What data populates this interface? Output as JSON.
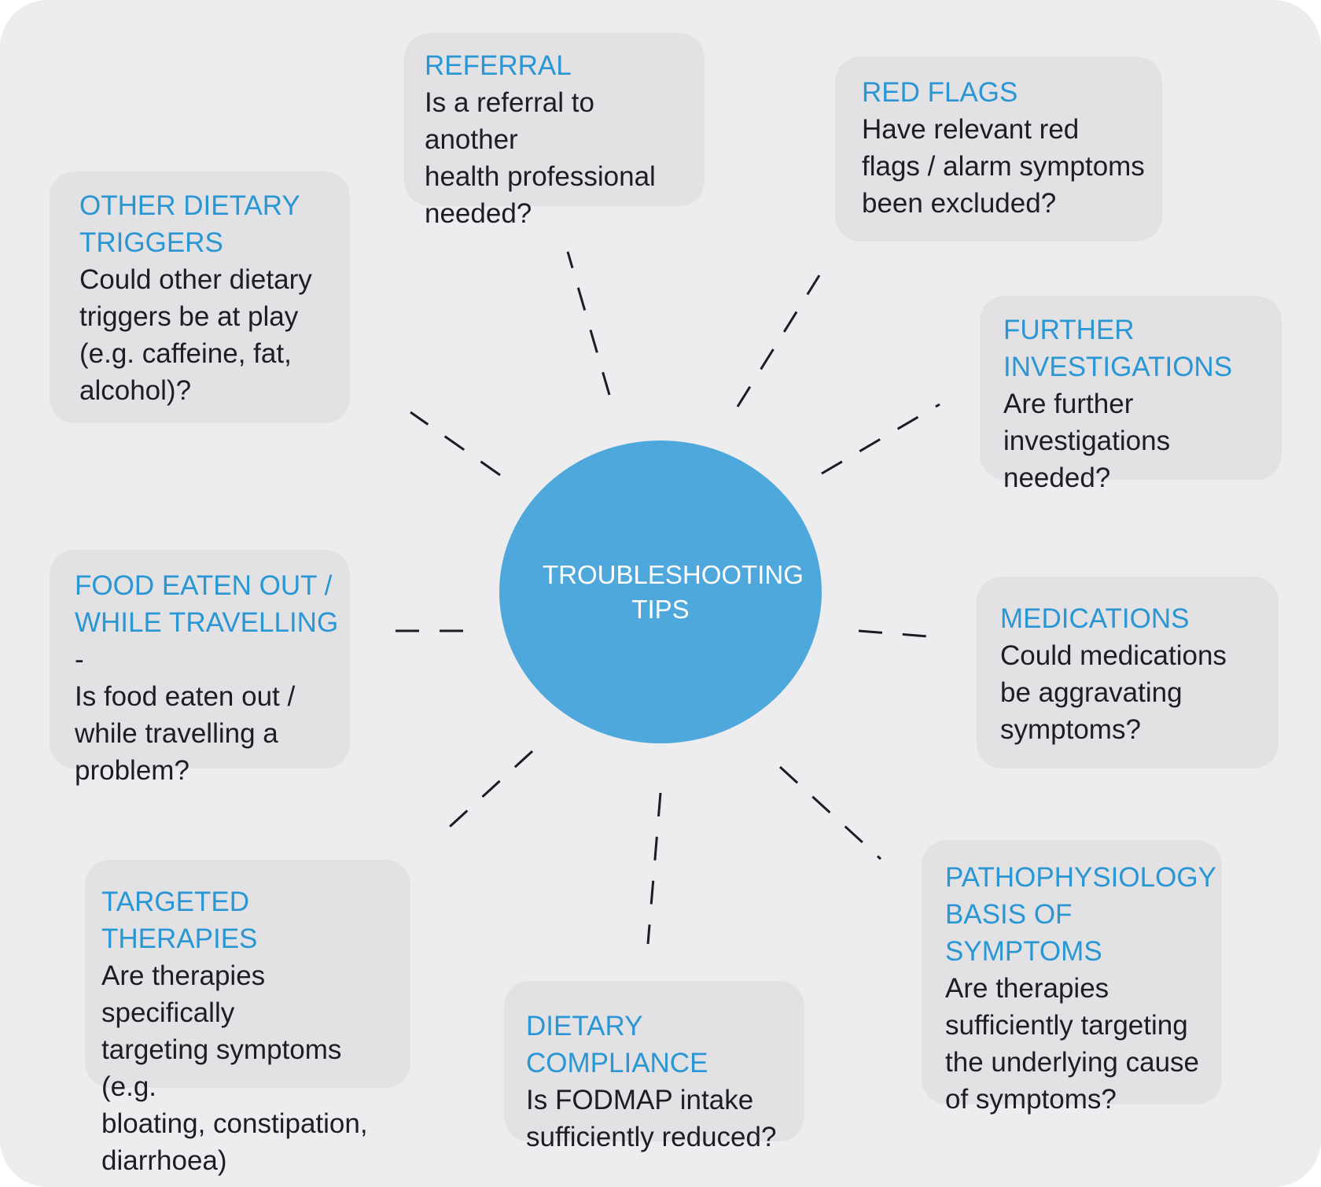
{
  "diagram": {
    "center": {
      "label": "TROUBLESHOOTING\nTIPS"
    },
    "nodes": [
      {
        "id": "referral",
        "title": "REFERRAL",
        "body": "Is a referral to another\nhealth professional\nneeded?"
      },
      {
        "id": "red-flags",
        "title": "RED FLAGS",
        "body": "Have relevant red\nflags / alarm symptoms\nbeen excluded?"
      },
      {
        "id": "further-investigations",
        "title": "FURTHER\nINVESTIGATIONS",
        "body": "Are further\ninvestigations needed?"
      },
      {
        "id": "medications",
        "title": "MEDICATIONS",
        "body": "Could medications\nbe aggravating\nsymptoms?"
      },
      {
        "id": "pathophysiology",
        "title": "PATHOPHYSIOLOGY\nBASIS OF SYMPTOMS",
        "body": "Are therapies\nsufficiently targeting\nthe underlying cause\nof symptoms?"
      },
      {
        "id": "dietary-compliance",
        "title": "DIETARY COMPLIANCE",
        "body": "Is FODMAP intake\nsufficiently reduced?"
      },
      {
        "id": "targeted-therapies",
        "title": "TARGETED THERAPIES",
        "body": "Are therapies specifically\ntargeting symptoms (e.g.\nbloating, constipation,\ndiarrhoea)"
      },
      {
        "id": "food-eaten-out",
        "title": "FOOD EATEN OUT /\nWHILE TRAVELLING",
        "title_suffix": " -",
        "body": "Is food eaten out /\nwhile travelling a\nproblem?"
      },
      {
        "id": "other-dietary-triggers",
        "title": "OTHER DIETARY\nTRIGGERS",
        "body": "Could other dietary\ntriggers be at play\n(e.g. caffeine, fat,\nalcohol)?"
      }
    ]
  }
}
